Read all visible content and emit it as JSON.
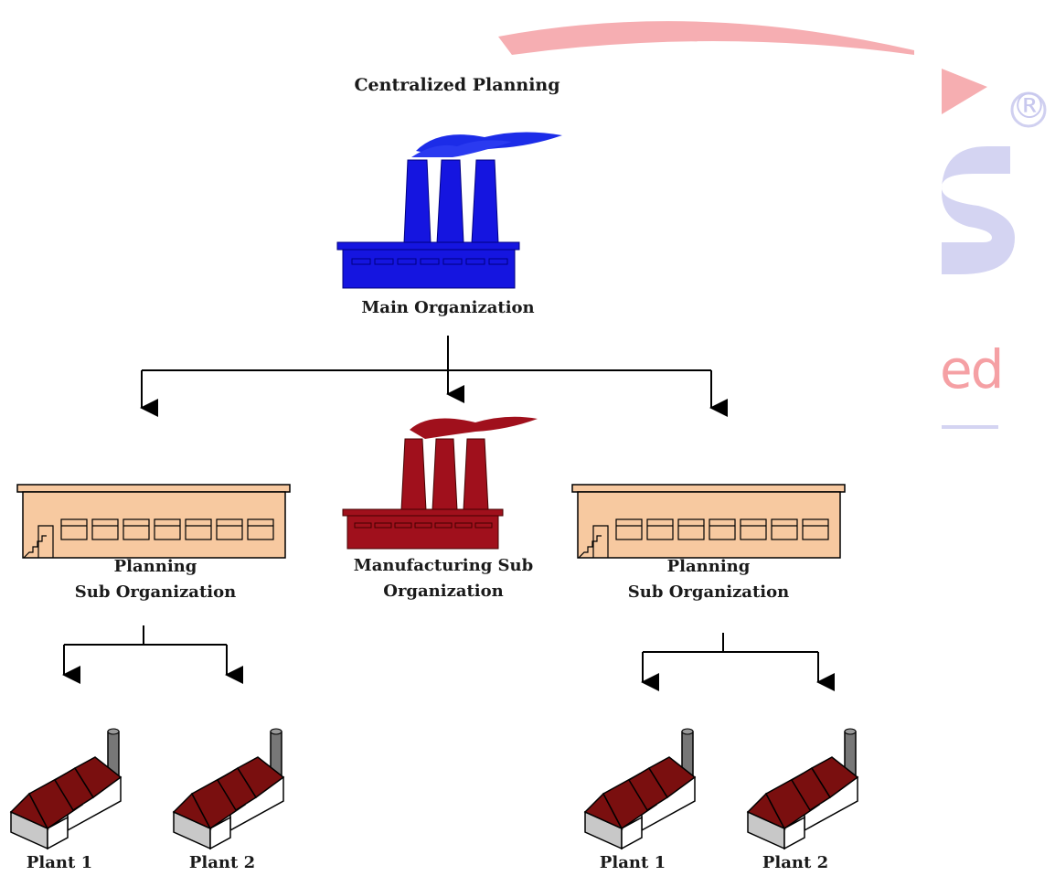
{
  "diagram": {
    "title": "Centralized Planning",
    "main_node": {
      "label": "Main Organization"
    },
    "middle_nodes": [
      {
        "label_line1": "Planning",
        "label_line2": "Sub Organization"
      },
      {
        "label_line1": "Manufacturing Sub",
        "label_line2": "Organization"
      },
      {
        "label_line1": "Planning",
        "label_line2": "Sub Organization"
      }
    ],
    "plants": [
      {
        "label": "Plant 1"
      },
      {
        "label": "Plant 2"
      },
      {
        "label": "Plant 1"
      },
      {
        "label": "Plant 2"
      }
    ]
  },
  "watermark": {
    "registered_mark": "®",
    "partial_text": "ed"
  },
  "colors": {
    "main_factory": "#1515e0",
    "manufacturing_factory": "#a0101c",
    "warehouse_fill": "#f7c9a0",
    "plant_roof": "#7a0f0f",
    "watermark_pink": "#f28a8f",
    "watermark_lavender": "#c8c8ee"
  }
}
